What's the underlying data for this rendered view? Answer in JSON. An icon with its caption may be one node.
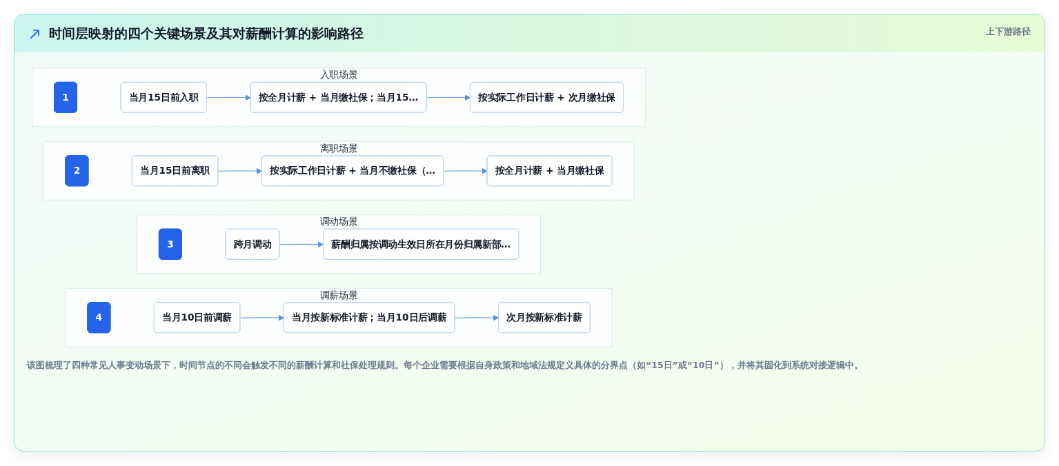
{
  "diagram": {
    "title": "时间层映射的四个关键场景及其对薪酬计算的影响路径",
    "caption": "该图梳理了四种常见人事变动场景下，时间节点的不同会触发不同的薪酬计算和社保处理规则。每个企业需要根据自身政策和地域法规定义具体的分界点（如“15日”或“10日”），并将其固化到系统对接逻辑中。",
    "nodes": [
      {
        "text": [
          "入职场景"
        ]
      },
      {
        "text": [
          "1"
        ],
        "in": 0
      },
      {
        "text": [
          "当月15日前入职"
        ],
        "in": 0
      },
      {
        "text": [
          "按全月计薪 + 当月缴社保；当月15…"
        ],
        "in": 0
      },
      {
        "text": [
          "按实际工作日计薪 + 次月缴社保"
        ],
        "in": 0
      },
      {
        "text": [
          "离职场景"
        ]
      },
      {
        "text": [
          "2"
        ],
        "in": 5
      },
      {
        "text": [
          "当月15日前离职"
        ],
        "in": 5
      },
      {
        "text": [
          "按实际工作日计薪 + 当月不缴社保（…"
        ],
        "in": 5
      },
      {
        "text": [
          "按全月计薪 + 当月缴社保"
        ],
        "in": 5
      },
      {
        "text": [
          "调动场景"
        ]
      },
      {
        "text": [
          "3"
        ],
        "in": 10
      },
      {
        "text": [
          "跨月调动"
        ],
        "in": 10
      },
      {
        "text": [
          "薪酬归属按调动生效日所在月份归属新部…"
        ],
        "in": 10
      },
      {
        "text": [
          "调薪场景"
        ]
      },
      {
        "text": [
          "4"
        ],
        "in": 14
      },
      {
        "text": [
          "当月10日前调薪"
        ],
        "in": 14
      },
      {
        "text": [
          "当月按新标准计薪；当月10日后调薪"
        ],
        "in": 14
      },
      {
        "text": [
          "次月按新标准计薪"
        ],
        "in": 14
      }
    ],
    "edges": [
      {
        "from": 2,
        "to": 3,
        "arrow": "to"
      },
      {
        "from": 3,
        "to": 4,
        "arrow": "to"
      },
      {
        "from": 7,
        "to": 8,
        "arrow": "to"
      },
      {
        "from": 8,
        "to": 9,
        "arrow": "to"
      },
      {
        "from": 12,
        "to": 13,
        "arrow": "to"
      },
      {
        "from": 16,
        "to": 17,
        "arrow": "to"
      },
      {
        "from": 17,
        "to": 18,
        "arrow": "to"
      }
    ],
    "labels": [
      "上下游路径"
    ]
  }
}
